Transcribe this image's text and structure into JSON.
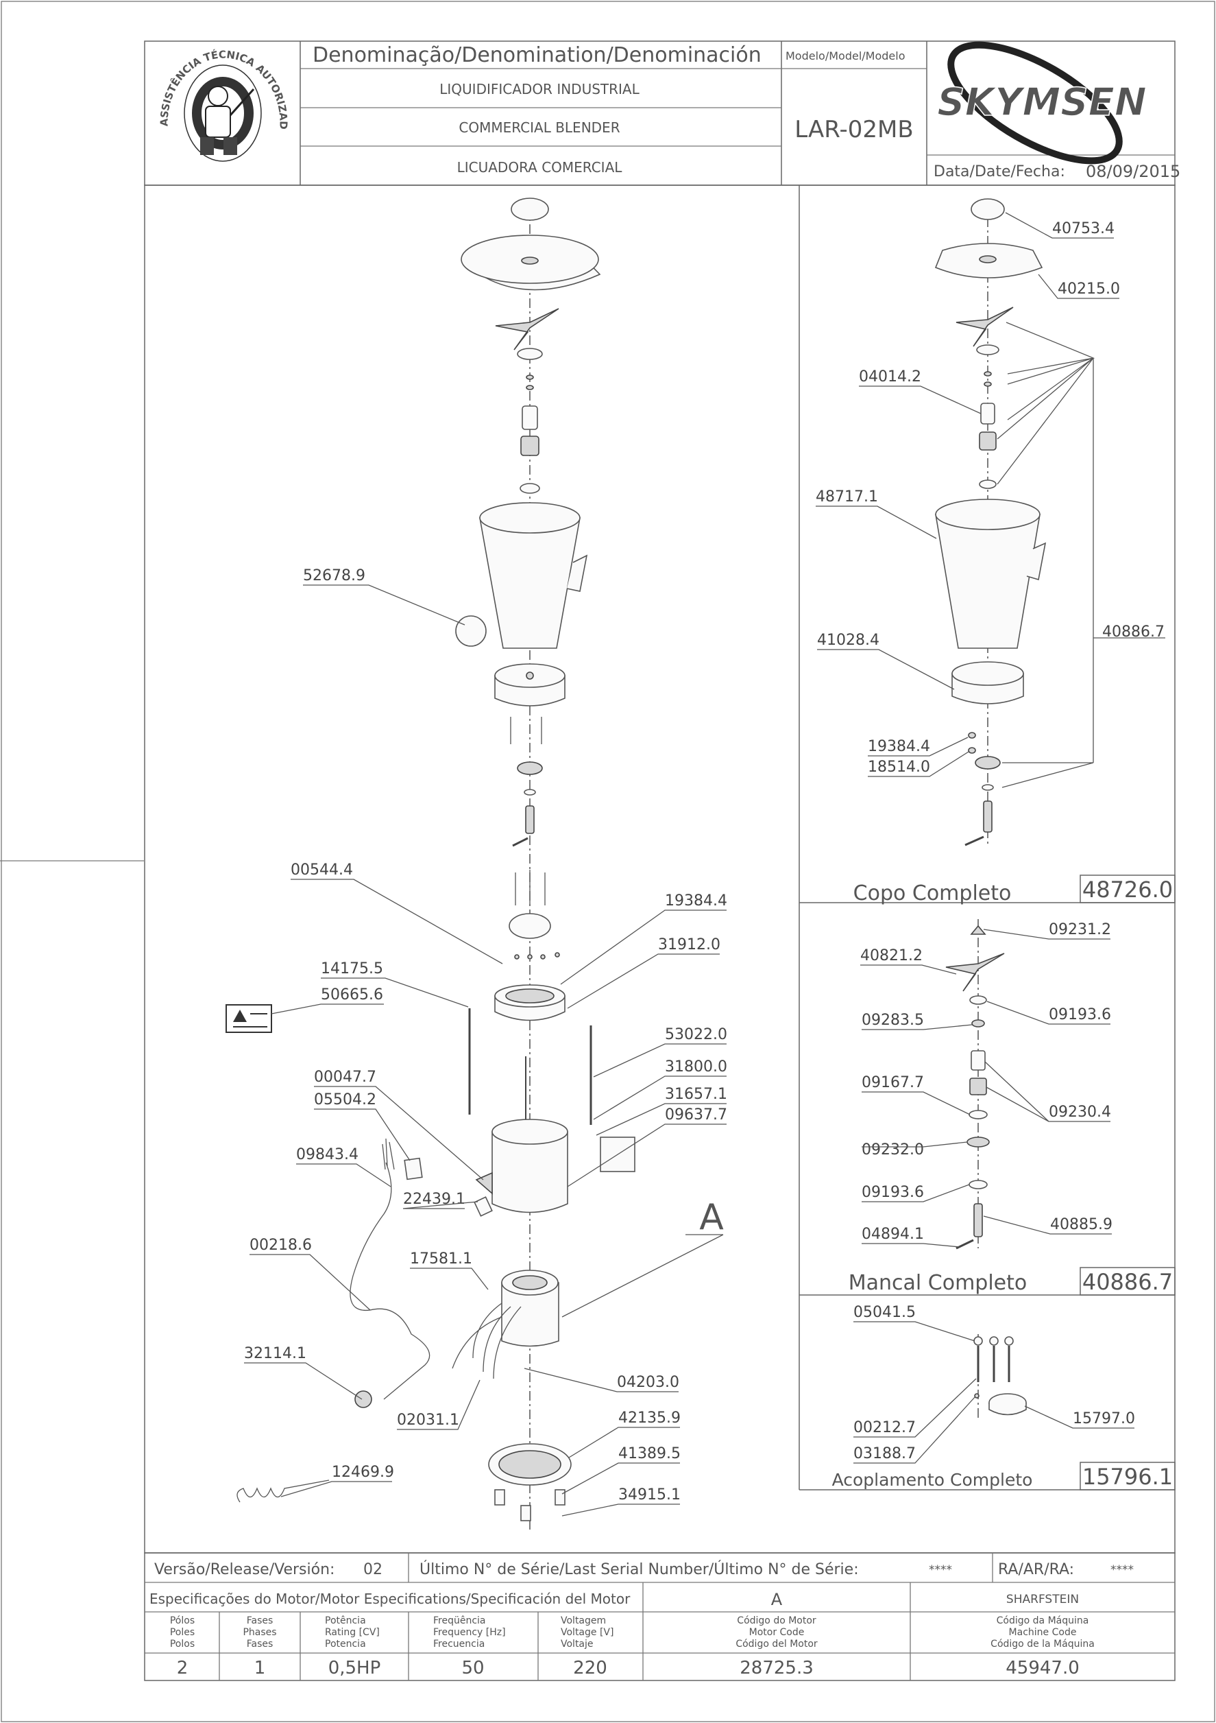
{
  "header": {
    "logo_ring_text": "ASSISTÊNCIA TÉCNICA AUTORIZADA",
    "denomination_header": "Denominação/Denomination/Denominación",
    "model_header": "Modelo/Model/Modelo",
    "names": [
      "LIQUIDIFICADOR INDUSTRIAL",
      "COMMERCIAL BLENDER",
      "LICUADORA COMERCIAL"
    ],
    "model": "LAR-02MB",
    "brand": "SKYMSEN",
    "date_label": "Data/Date/Fecha:",
    "date": "08/09/2015"
  },
  "main_labels": [
    "52678.9",
    "00544.4",
    "19384.4",
    "31912.0",
    "14175.5",
    "50665.6",
    "53022.0",
    "31800.0",
    "31657.1",
    "09637.7",
    "00047.7",
    "05504.2",
    "09843.4",
    "22439.1",
    "00218.6",
    "17581.1",
    "32114.1",
    "04203.0",
    "02031.1",
    "42135.9",
    "41389.5",
    "34915.1",
    "12469.9"
  ],
  "detail_callout": "A",
  "panels": {
    "copo": {
      "title": "Copo Completo",
      "code": "48726.0",
      "labels": [
        "40753.4",
        "40215.0",
        "04014.2",
        "48717.1",
        "41028.4",
        "40886.7",
        "19384.4",
        "18514.0"
      ]
    },
    "mancal": {
      "title": "Mancal Completo",
      "code": "40886.7",
      "labels": [
        "09231.2",
        "40821.2",
        "09193.6",
        "09283.5",
        "09167.7",
        "09230.4",
        "09232.0",
        "09193.6",
        "04894.1",
        "40885.9"
      ]
    },
    "acoplamento": {
      "title": "Acoplamento Completo",
      "code": "15796.1",
      "labels": [
        "05041.5",
        "00212.7",
        "03188.7",
        "15797.0"
      ]
    }
  },
  "footer": {
    "version_label": "Versão/Release/Versión:",
    "version": "02",
    "serial_label": "Último N° de Série/Last Serial Number/Último N° de Série:",
    "serial": "****",
    "ra_label": "RA/AR/RA:",
    "ra": "****",
    "motor_spec_header": "Especificações do Motor/Motor Especifications/Specificación del Motor",
    "motor_letter": "A",
    "machine_name": "SHARFSTEIN",
    "col_poles": [
      "Pólos",
      "Poles",
      "Polos"
    ],
    "col_phases": [
      "Fases",
      "Phases",
      "Fases"
    ],
    "col_power": [
      "Potência",
      "Rating [CV]",
      "Potencia"
    ],
    "col_freq": [
      "Freqüência",
      "Frequency [Hz]",
      "Frecuencia"
    ],
    "col_voltage": [
      "Voltagem",
      "Voltage [V]",
      "Voltaje"
    ],
    "col_motor_code": [
      "Código do Motor",
      "Motor Code",
      "Código del Motor"
    ],
    "col_machine_code": [
      "Código da Máquina",
      "Machine Code",
      "Código de la Máquina"
    ],
    "poles": "2",
    "phases": "1",
    "power": "0,5HP",
    "frequency": "50",
    "voltage": "220",
    "motor_code": "28725.3",
    "machine_code": "45947.0"
  }
}
